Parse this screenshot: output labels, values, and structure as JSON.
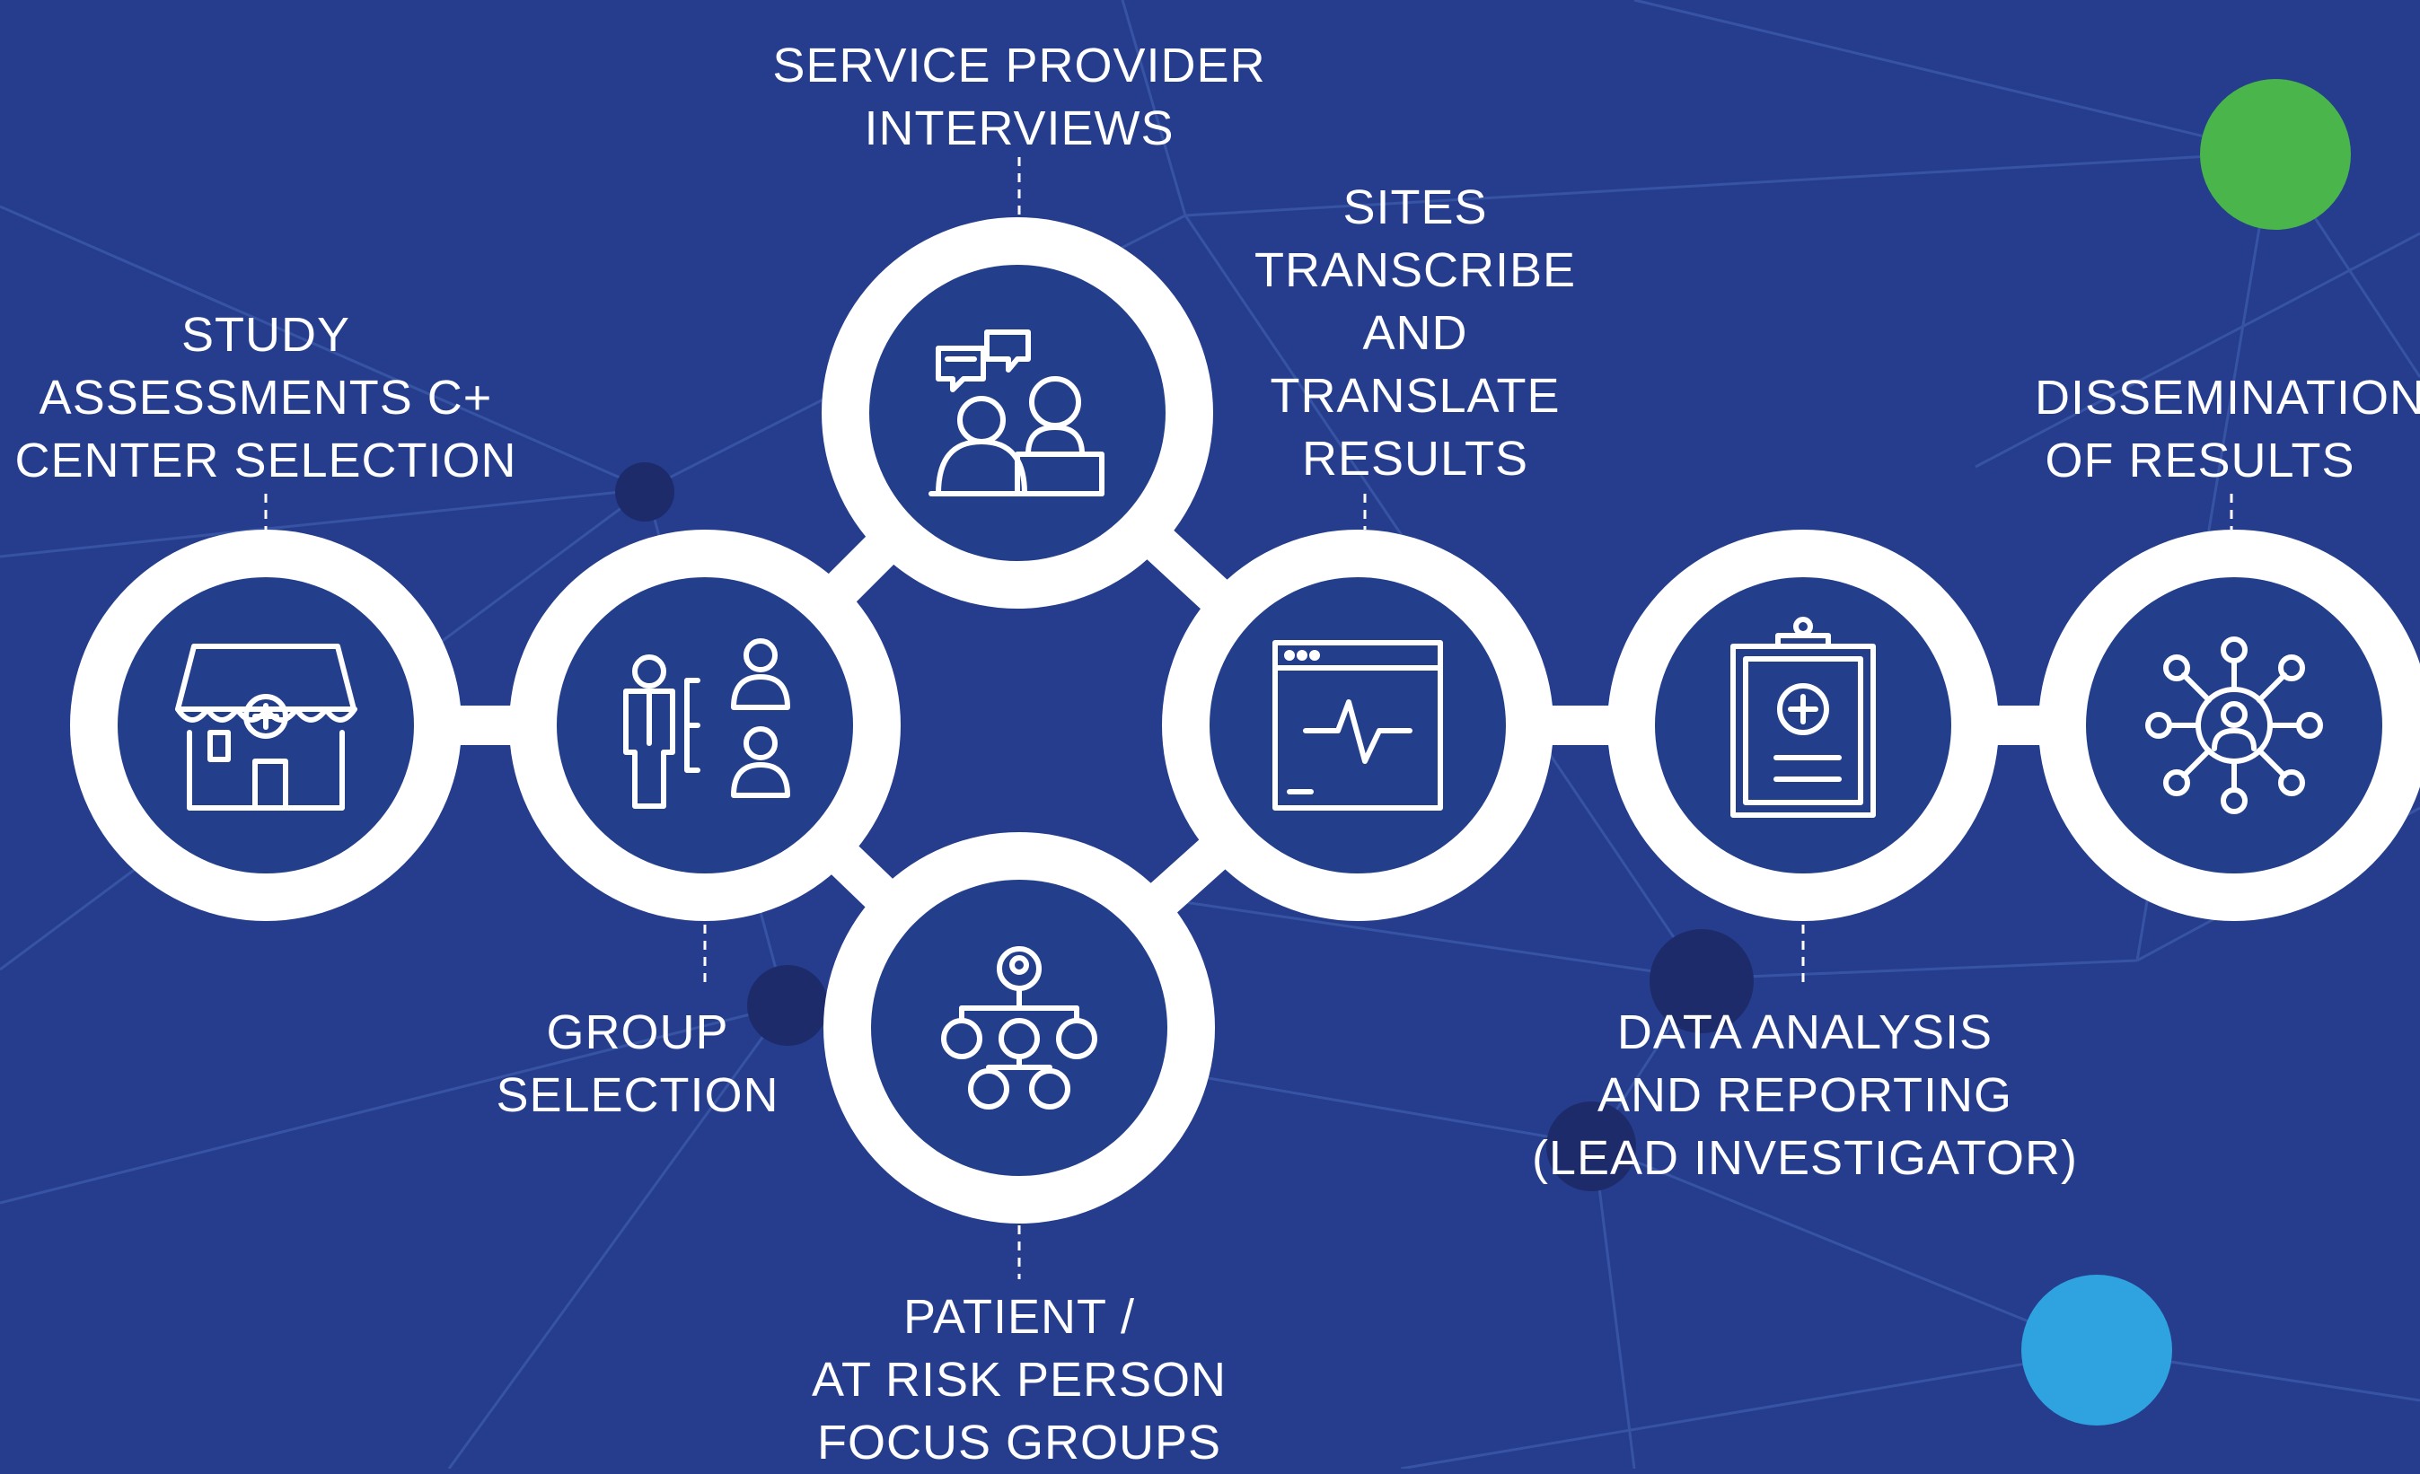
{
  "diagram": {
    "steps": [
      {
        "id": "study",
        "label_lines": [
          "STUDY",
          "ASSESSMENTS C+",
          "CENTER SELECTION"
        ],
        "icon": "clinic-storefront-icon"
      },
      {
        "id": "group",
        "label_lines": [
          "GROUP",
          "SELECTION"
        ],
        "icon": "people-selection-icon"
      },
      {
        "id": "service",
        "label_lines": [
          "SERVICE PROVIDER",
          "INTERVIEWS"
        ],
        "icon": "interview-chat-icon"
      },
      {
        "id": "patient",
        "label_lines": [
          "PATIENT /",
          "AT RISK PERSON",
          "FOCUS GROUPS"
        ],
        "icon": "org-chart-people-icon"
      },
      {
        "id": "sites",
        "label_lines": [
          "SITES",
          "TRANSCRIBE",
          "AND",
          "TRANSLATE",
          "RESULTS"
        ],
        "icon": "heartbeat-monitor-icon"
      },
      {
        "id": "data",
        "label_lines": [
          "DATA ANALYSIS",
          "AND REPORTING",
          "(LEAD INVESTIGATOR)"
        ],
        "icon": "medical-clipboard-icon"
      },
      {
        "id": "dissemination",
        "label_lines": [
          "DISSEMINATION",
          "OF RESULTS"
        ],
        "icon": "network-share-icon"
      }
    ]
  },
  "colors": {
    "background": "#253d8c",
    "node_fill": "#233e8b",
    "ring": "#ffffff",
    "line": "#3a56a6",
    "dark_dot": "#1d2b6b",
    "green_dot": "#4ab54a",
    "blue_dot": "#2fa3e0"
  }
}
